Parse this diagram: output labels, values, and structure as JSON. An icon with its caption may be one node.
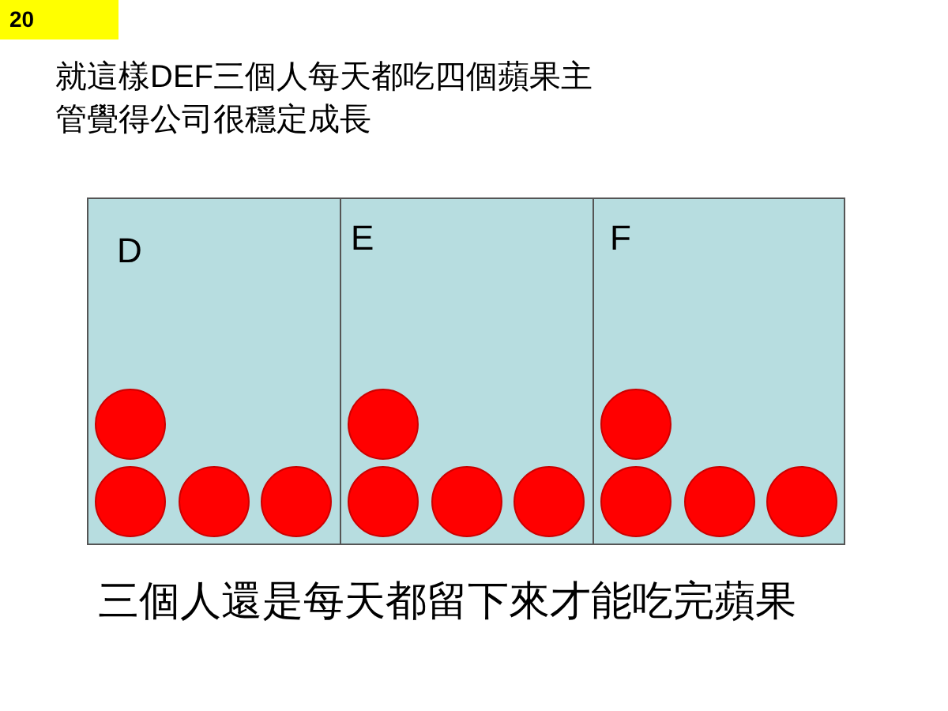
{
  "diagram": {
    "title": "就這樣DEF三個人每天都吃四個蘋果主管覺得公司很穩定成長",
    "caption": "三個人還是每天都留下來才能吃完蘋果",
    "nodes": [
      {
        "text": [
          "D"
        ]
      },
      {
        "text": [],
        "shape": "circle",
        "in": 0
      },
      {
        "text": [],
        "shape": "circle",
        "in": 0
      },
      {
        "text": [],
        "shape": "circle",
        "in": 0
      },
      {
        "text": [],
        "shape": "circle",
        "in": 0
      },
      {
        "text": [
          "E"
        ]
      },
      {
        "text": [],
        "shape": "circle",
        "in": 5
      },
      {
        "text": [],
        "shape": "circle",
        "in": 5
      },
      {
        "text": [],
        "shape": "circle",
        "in": 5
      },
      {
        "text": [],
        "shape": "circle",
        "in": 5
      },
      {
        "text": [
          "F"
        ]
      },
      {
        "text": [],
        "shape": "circle",
        "in": 10
      },
      {
        "text": [],
        "shape": "circle",
        "in": 10
      },
      {
        "text": [],
        "shape": "circle",
        "in": 10
      },
      {
        "text": [],
        "shape": "circle",
        "in": 10
      }
    ],
    "edges": [],
    "labels": [
      "20"
    ]
  }
}
